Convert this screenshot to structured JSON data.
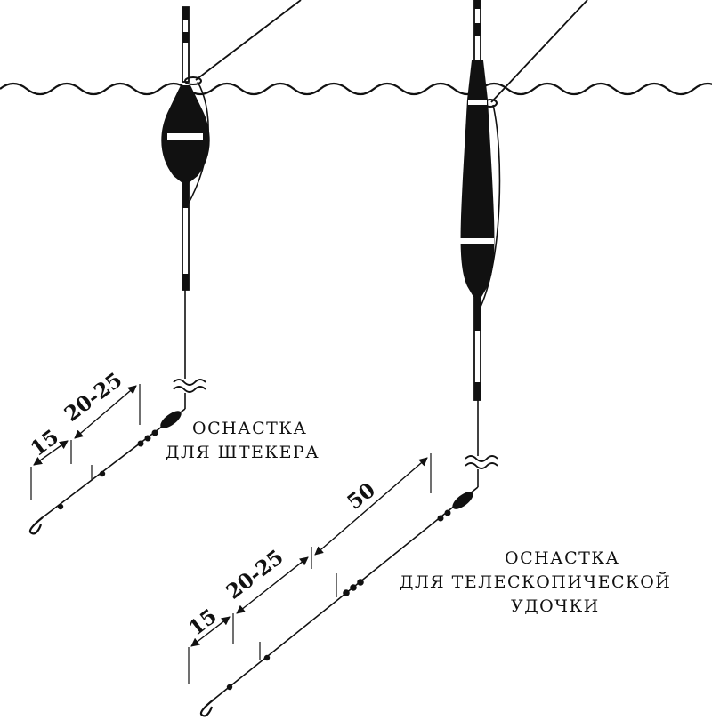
{
  "colors": {
    "ink": "#111111",
    "paper": "#ffffff"
  },
  "rig_pole": {
    "caption_line1": "ОСНАСТКА",
    "caption_line2": "ДЛЯ ШТЕКЕРА",
    "dim_hook": "15",
    "dim_middle": "20-25"
  },
  "rig_telescopic": {
    "caption_line1": "ОСНАСТКА",
    "caption_line2": "ДЛЯ ТЕЛЕСКОПИЧЕСКОЙ",
    "caption_line3": "УДОЧКИ",
    "dim_hook": "15",
    "dim_middle": "20-25",
    "dim_top": "50"
  }
}
